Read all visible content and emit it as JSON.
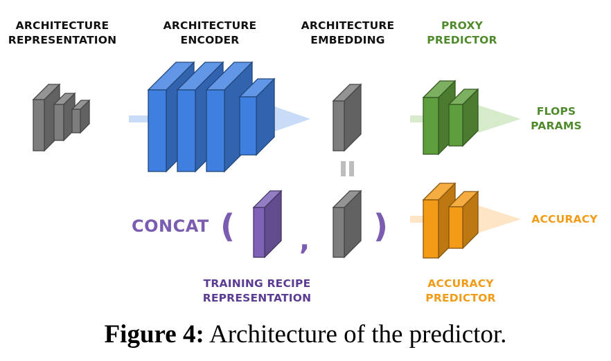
{
  "labels": {
    "arch_repr": [
      "ARCHITECTURE",
      "REPRESENTATION"
    ],
    "arch_encoder": [
      "ARCHITECTURE",
      "ENCODER"
    ],
    "arch_embedding": [
      "ARCHITECTURE",
      "EMBEDDING"
    ],
    "proxy_predictor": [
      "PROXY",
      "PREDICTOR"
    ],
    "flops_params": [
      "FLOPS",
      "PARAMS"
    ],
    "concat": "CONCAT",
    "paren_open": "(",
    "comma": ",",
    "paren_close": ")",
    "training_recipe": [
      "TRAINING RECIPE",
      "REPRESENTATION"
    ],
    "accuracy_predictor": [
      "ACCURACY",
      "PREDICTOR"
    ],
    "accuracy": "ACCURACY",
    "equals": "="
  },
  "caption": {
    "prefix": "Figure 4:",
    "text": "Architecture of the predictor."
  },
  "colors": {
    "gray": "#7d7d7d",
    "blue": "#3f7fe0",
    "green": "#5f9e3c",
    "orange": "#f39a17",
    "purple": "#7d62b6",
    "arrow_blue": "#c9dcf7",
    "arrow_green": "#d6ebc9",
    "arrow_orange": "#fde5c5"
  }
}
